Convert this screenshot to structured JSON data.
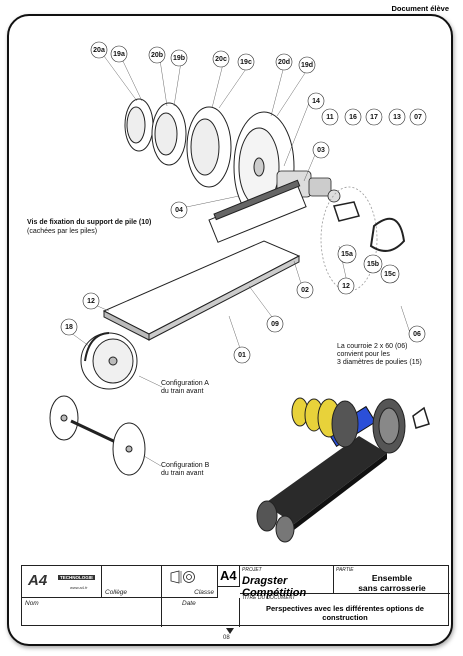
{
  "header": {
    "doc_type": "Document élève"
  },
  "callouts": {
    "c20a": "20a",
    "c19a": "19a",
    "c20b": "20b",
    "c19b": "19b",
    "c20c": "20c",
    "c19c": "19c",
    "c20d": "20d",
    "c19d": "19d",
    "c14": "14",
    "c11": "11",
    "c16": "16",
    "c17": "17",
    "c13": "13",
    "c07": "07",
    "c03": "03",
    "c04": "04",
    "c15a": "15a",
    "c15b": "15b",
    "c15c": "15c",
    "c12a": "12",
    "c12b": "12",
    "c02": "02",
    "c09": "09",
    "c18": "18",
    "c01": "01",
    "c06": "06"
  },
  "notes": {
    "battery_screws_title": "Vis de fixation du support de pile (10)",
    "battery_screws_sub": "(cachées par les piles)",
    "belt_line1": "La courroie 2 x 60 (06)",
    "belt_line2": "convient pour les",
    "belt_line3": "3 diamètres de poulies (15)",
    "config_a_line1": "Configuration A",
    "config_a_line2": "du train avant",
    "config_b_line1": "Configuration B",
    "config_b_line2": "du train avant"
  },
  "cartouche": {
    "logo_text": "A4",
    "logo_sub": "TECHNOLOGIE",
    "logo_url": "www.a4.fr",
    "college_label": "Collège",
    "classe_label": "Classe",
    "format": "A4",
    "projet_label": "PROJET",
    "projet_value": "Dragster Compétition",
    "partie_label": "PARTIE",
    "partie_line1": "Ensemble",
    "partie_line2": "sans carrosserie",
    "nom_label": "Nom",
    "date_label": "Date",
    "titre_label": "TITRE DU DOCUMENT",
    "titre_line1": "Perspectives avec les différentes options de",
    "titre_line2": "construction",
    "page_number": "08"
  },
  "colors": {
    "frame": "#111111",
    "render_dark": "#2a2a2a",
    "render_yellow": "#e8d23a",
    "render_blue": "#2b4fd8"
  }
}
